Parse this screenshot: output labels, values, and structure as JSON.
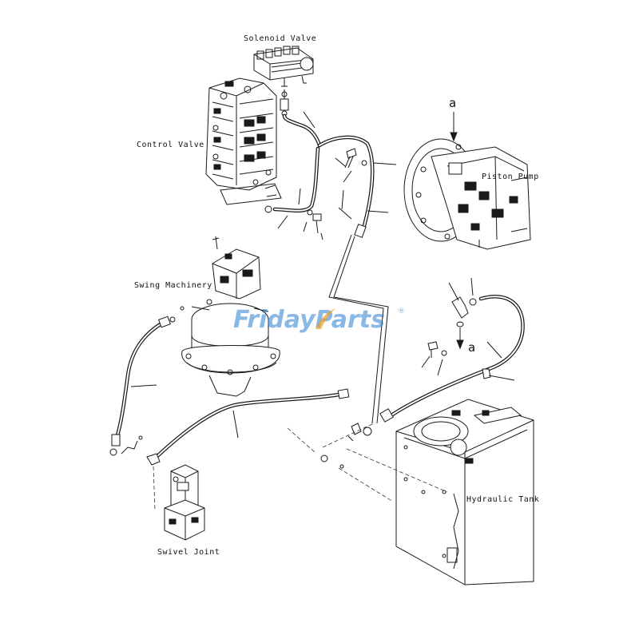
{
  "labels": {
    "solenoid_valve": "Solenoid Valve",
    "control_valve": "Control Valve",
    "piston_pump": "Piston Pump",
    "swing_machinery": "Swing Machinery",
    "hydraulic_tank": "Hydraulic Tank",
    "swivel_joint": "Swivel Joint",
    "view_marker_top": "a",
    "view_marker_bottom": "a"
  },
  "watermark": {
    "part1": "Friday",
    "part2": "Parts",
    "symbol": "®",
    "colors": {
      "blue": "#2a7fd4",
      "orange": "#f0a020"
    }
  }
}
